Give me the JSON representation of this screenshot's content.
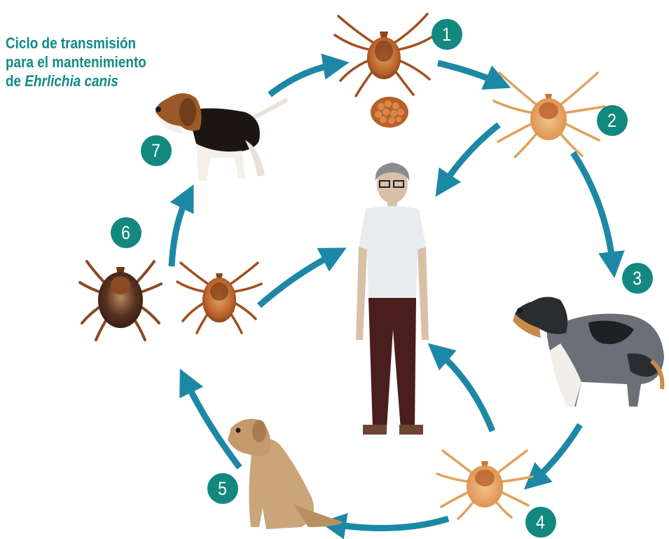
{
  "title": {
    "line1": "Ciclo de transmisión",
    "line2": "para el mantenimiento",
    "line3_prefix": "de ",
    "line3_italic": "Ehrlichia canis"
  },
  "steps": [
    "1",
    "2",
    "3",
    "4",
    "5",
    "6",
    "7"
  ],
  "colors": {
    "accent": "#13887e",
    "arrow": "#1c88a6",
    "title": "#138a8a",
    "tick": "#b8602a",
    "tick_light": "#e0a25a",
    "tick_dark": "#6a3518"
  },
  "icons": [
    "adult-tick-icon",
    "tick-eggs-icon",
    "larva-tick-icon",
    "engorged-tick-icon",
    "beagle-icon",
    "australian-shepherd-icon",
    "sitting-dog-icon",
    "human-figure-icon"
  ]
}
